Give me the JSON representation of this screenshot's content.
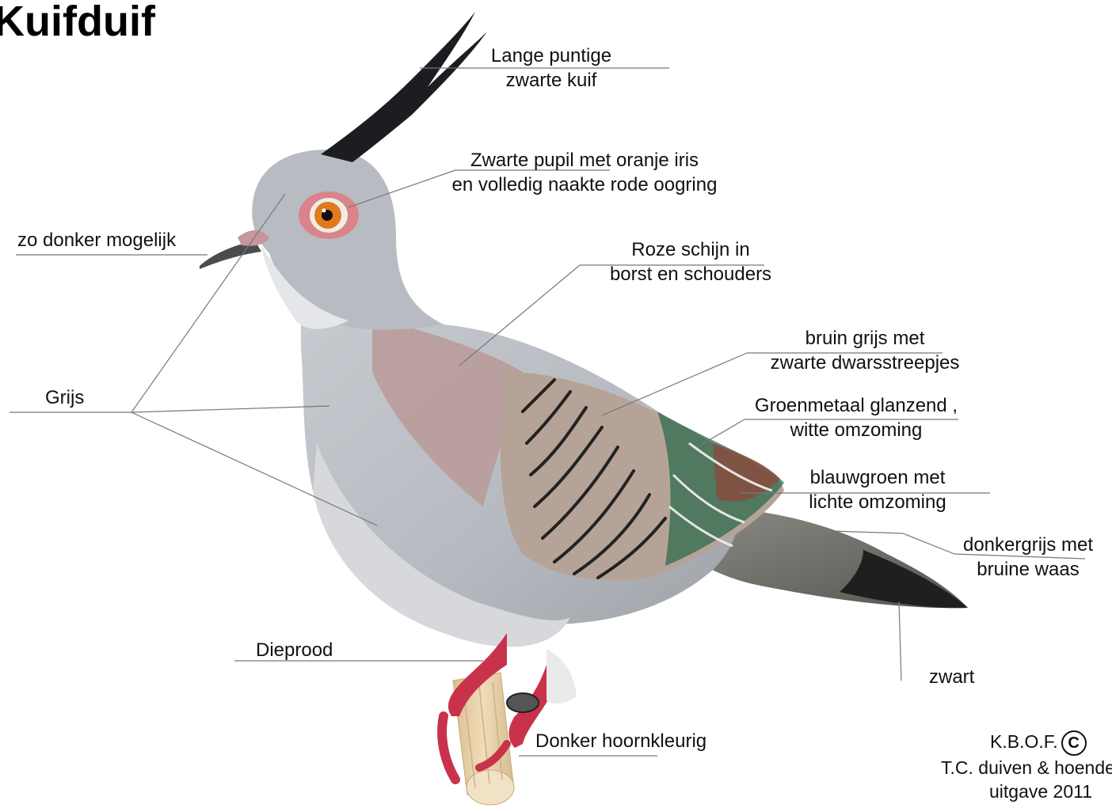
{
  "title": "Kuifduif",
  "labels": {
    "crest": [
      "Lange puntige",
      "zwarte kuif"
    ],
    "eye": [
      "Zwarte pupil met oranje iris",
      "en volledig naakte rode oogring"
    ],
    "beak": [
      "zo donker mogelijk"
    ],
    "breast": [
      "Roze schijn in",
      "borst en schouders"
    ],
    "grey": [
      "Grijs"
    ],
    "wing_bars": [
      "bruin grijs met",
      "zwarte dwarsstreepjes"
    ],
    "green": [
      "Groenmetaal glanzend ,",
      "witte omzoming"
    ],
    "bluegreen": [
      "blauwgroen met",
      "lichte omzoming"
    ],
    "tail": [
      "donkergrijs met",
      "bruine waas"
    ],
    "feet": [
      "Dieprood"
    ],
    "black": [
      "zwart"
    ],
    "nails": [
      "Donker hoornkleurig"
    ]
  },
  "credit": {
    "line1": "K.B.O.F.",
    "copyright_symbol": "C",
    "line2": "T.C. duiven & hoenders",
    "line3": "uitgave 2011"
  },
  "colors": {
    "body_grey": "#b3b7bd",
    "pink_breast": "#b89a98",
    "wing_brown": "#b5a398",
    "bar_black": "#222222",
    "green_sheen": "#2f6b4e",
    "eye_iris": "#e07a1c",
    "eye_ring": "#d9848a",
    "feet_red": "#c8324a",
    "perch_wood": "#e6cfa8"
  }
}
